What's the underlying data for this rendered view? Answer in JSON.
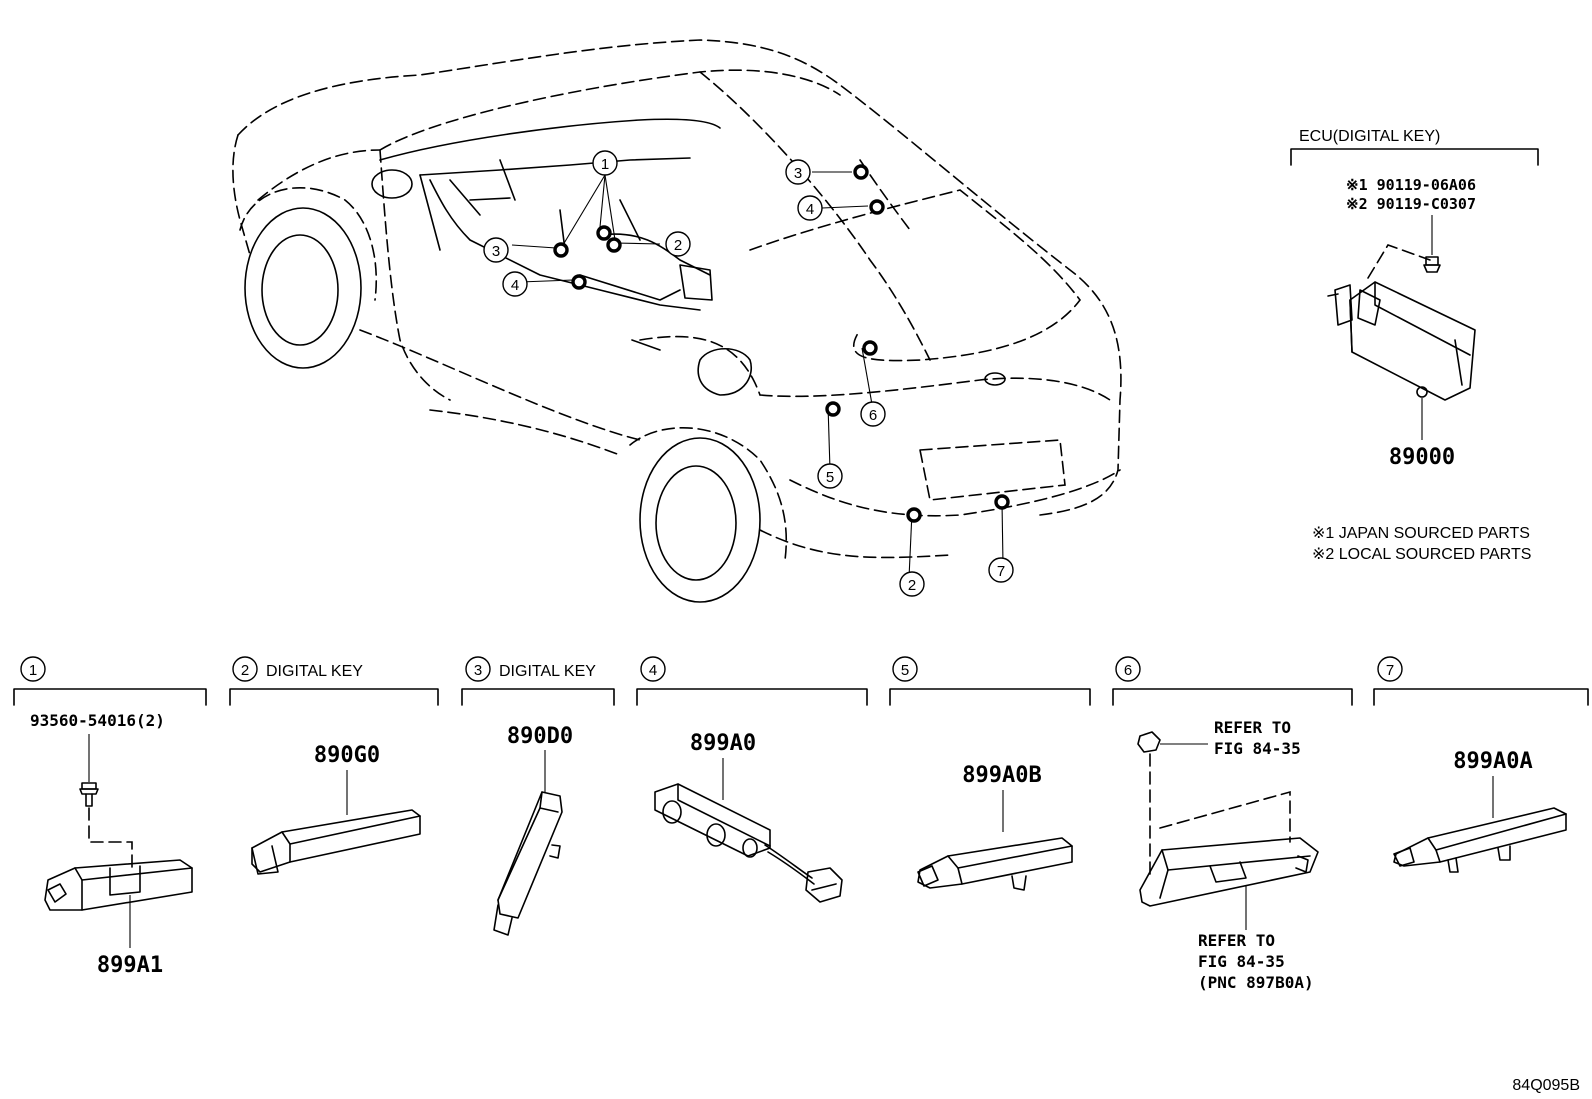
{
  "ecu": {
    "header": "ECU(DIGITAL KEY)",
    "bolt1": "※1 90119-06A06",
    "bolt2": "※2 90119-C0307",
    "part": "89000"
  },
  "notes": {
    "note1": "※1 JAPAN SOURCED PARTS",
    "note2": "※2 LOCAL SOURCED PARTS"
  },
  "car_callouts": [
    "1",
    "2",
    "3",
    "4",
    "5",
    "6",
    "7"
  ],
  "sections": [
    {
      "num": "1",
      "title": "",
      "bolt": "93560-54016(2)",
      "part": "899A1"
    },
    {
      "num": "2",
      "title": "DIGITAL KEY",
      "part": "890G0"
    },
    {
      "num": "3",
      "title": "DIGITAL KEY",
      "part": "890D0"
    },
    {
      "num": "4",
      "title": "",
      "part": "899A0"
    },
    {
      "num": "5",
      "title": "",
      "part": "899A0B"
    },
    {
      "num": "6",
      "title": "",
      "ref_top_1": "REFER TO",
      "ref_top_2": "FIG 84-35",
      "ref_bot_1": "REFER TO",
      "ref_bot_2": "FIG 84-35",
      "ref_bot_3": "(PNC 897B0A)"
    },
    {
      "num": "7",
      "title": "",
      "part": "899A0A"
    }
  ],
  "figure_id": "84Q095B"
}
